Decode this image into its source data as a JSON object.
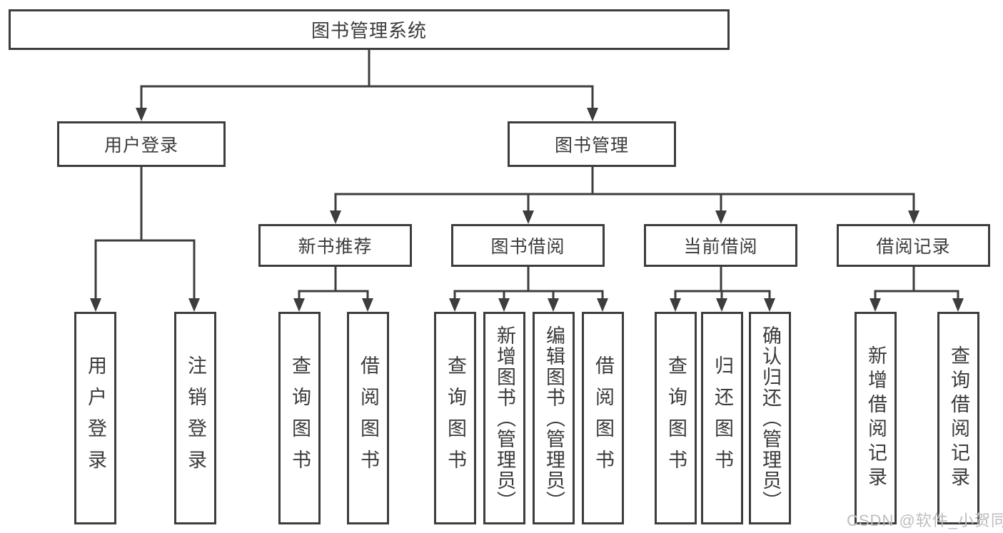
{
  "diagram": {
    "root": {
      "label": "图书管理系统"
    },
    "user_login": {
      "label": "用户登录",
      "children": [
        {
          "label": "用户登录"
        },
        {
          "label": "注销登录"
        }
      ]
    },
    "book_mgmt": {
      "label": "图书管理",
      "groups": [
        {
          "label": "新书推荐",
          "children": [
            {
              "label": "查询图书"
            },
            {
              "label": "借阅图书"
            }
          ]
        },
        {
          "label": "图书借阅",
          "children": [
            {
              "label": "查询图书"
            },
            {
              "label": "新增图书（管理员）"
            },
            {
              "label": "编辑图书（管理员）"
            },
            {
              "label": "借阅图书"
            }
          ]
        },
        {
          "label": "当前借阅",
          "children": [
            {
              "label": "查询图书"
            },
            {
              "label": "归还图书"
            },
            {
              "label": "确认归还（管理员）"
            }
          ]
        },
        {
          "label": "借阅记录",
          "children": [
            {
              "label": "新增借阅记录"
            },
            {
              "label": "查询借阅记录"
            }
          ]
        }
      ]
    }
  },
  "watermark": {
    "text": "CSDN @软件_小贺同学",
    "color": "#bdbdbd"
  },
  "colors": {
    "line": "#3d3d3d",
    "text": "#3a3a3a",
    "background": "#ffffff"
  }
}
